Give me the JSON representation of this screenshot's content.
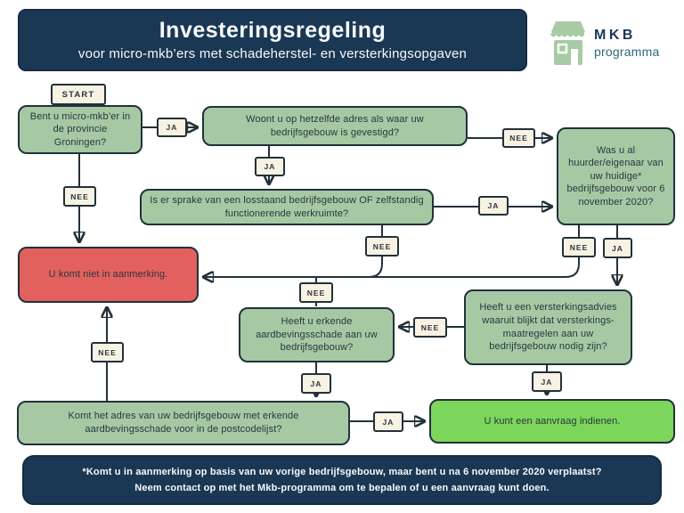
{
  "header": {
    "title": "Investeringsregeling",
    "subtitle": "voor micro-mkb’ers met schadeherstel- en versterkingsopgaven"
  },
  "logo": {
    "name": "MKB",
    "sub": "programma",
    "icon": "storefront-icon"
  },
  "labels": {
    "ja": "JA",
    "nee": "NEE",
    "start": "START"
  },
  "nodes": {
    "micro": "Bent u micro-mkb’er in de provincie Groningen?",
    "adres": "Woont u op hetzelfde adres als waar uw bedrijfsgebouw is gevestigd?",
    "losstaand": "Is er sprake van een losstaand bedrijfsgebouw OF zelfstandig functionerende werkruimte?",
    "huurder": "Was u al huurder/eigenaar van uw huidige* bedrijfsgebouw voor 6 november 2020?",
    "afgewezen": "U komt niet in aanmerking.",
    "advies": "Heeft u een versterkingsadvies waaruit blijkt dat versterkings-maatregelen aan uw bedrijfsgebouw nodig zijn?",
    "schade": "Heeft u erkende aardbevingsschade aan uw bedrijfsgebouw?",
    "postcode": "Komt het adres van uw bedrijfsgebouw met erkende aardbevingsschade voor in de postcodelijst?",
    "aanvraag": "U kunt een aanvraag indienen."
  },
  "footer": {
    "line1": "*Komt u in aanmerking op basis van uw vorige bedrijfsgebouw, maar bent u na 6 november 2020 verplaatst?",
    "line2": "Neem contact op met het Mkb-programma om te bepalen of u een aanvraag kunt doen."
  },
  "colors": {
    "navy": "#1a3854",
    "sage_green": "#a6c9a4",
    "red": "#e2605e",
    "lime_green": "#7bd65b",
    "cream": "#f8f2e3",
    "line": "#22313a",
    "logo_green": "#a8cba5",
    "logo_teal": "#2e657e"
  }
}
